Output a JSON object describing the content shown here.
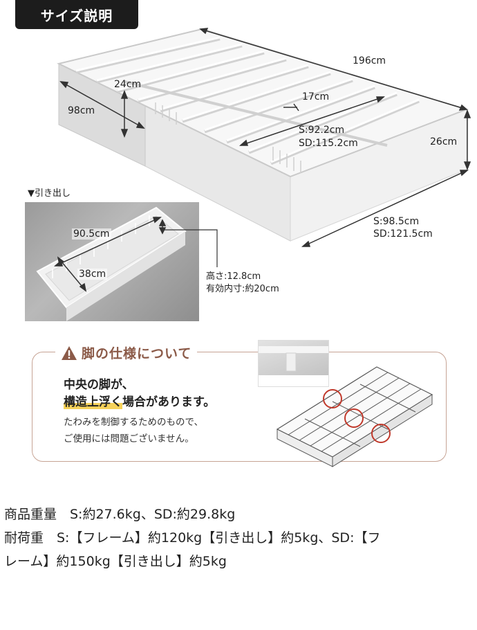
{
  "header": {
    "title": "サイズ説明"
  },
  "bed": {
    "dims": {
      "length": "196cm",
      "drawer_depth": "24cm",
      "drawer_width": "98cm",
      "slat_gap": "17cm",
      "inner_s": "S:92.2cm",
      "inner_sd": "SD:115.2cm",
      "height": "26cm",
      "outer_s": "S:98.5cm",
      "outer_sd": "SD:121.5cm"
    }
  },
  "drawer": {
    "label": "▼引き出し",
    "width": "90.5cm",
    "depth": "38cm",
    "height": "高さ:12.8cm",
    "inner": "有効内寸:約20cm"
  },
  "leg_note": {
    "title": "脚の仕様について",
    "line1": "中央の脚が、",
    "line2_highlight": "構造上浮く",
    "line2_rest": "場合があります。",
    "line3": "たわみを制御するためのもので、",
    "line4": "ご使用には問題ございません。"
  },
  "specs": {
    "weight": "商品重量　S:約27.6kg、SD:約29.8kg",
    "load_1": "耐荷重　S:【フレーム】約120kg【引き出し】約5kg、SD:【フ",
    "load_2": "レーム】約150kg【引き出し】約5kg"
  },
  "colors": {
    "accent": "#8b5a48",
    "highlight": "#f6d25a",
    "circle": "#c0392b"
  },
  "icons": {
    "warning": "warning-icon"
  }
}
